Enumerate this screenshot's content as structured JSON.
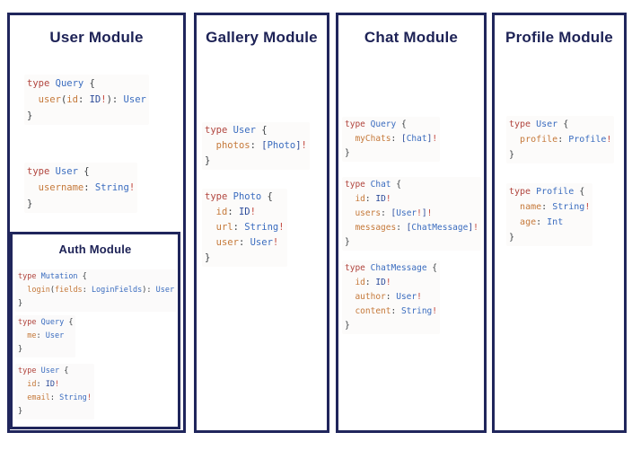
{
  "colors": {
    "navy": "#20265c",
    "title": "#1d2256",
    "kw": "#b1453e",
    "type": "#3a6cbf",
    "field": "#c5793a",
    "punct": "#3c4043",
    "literal": "#2b4a99",
    "bang": "#c2473d"
  },
  "board": {
    "panels": [
      {
        "title": "User Module",
        "blocks": [
          [
            [
              [
                "k",
                "type"
              ],
              [
                "p",
                " "
              ],
              [
                "t",
                "Query"
              ],
              [
                "p",
                " {"
              ]
            ],
            [
              [
                "p",
                "  "
              ],
              [
                "f",
                "user"
              ],
              [
                "p",
                "("
              ],
              [
                "f",
                "id"
              ],
              [
                "p",
                ": "
              ],
              [
                "n",
                "ID"
              ],
              [
                "b",
                "!"
              ],
              [
                "p",
                "): "
              ],
              [
                "t",
                "User"
              ]
            ],
            [
              [
                "p",
                "}"
              ]
            ]
          ],
          [
            [
              [
                "k",
                "type"
              ],
              [
                "p",
                " "
              ],
              [
                "t",
                "User"
              ],
              [
                "p",
                " {"
              ]
            ],
            [
              [
                "p",
                "  "
              ],
              [
                "f",
                "username"
              ],
              [
                "p",
                ": "
              ],
              [
                "t",
                "String"
              ],
              [
                "b",
                "!"
              ]
            ],
            [
              [
                "p",
                "}"
              ]
            ]
          ]
        ],
        "sub": {
          "title": "Auth Module",
          "blocks": [
            [
              [
                [
                  "k",
                  "type"
                ],
                [
                  "p",
                  " "
                ],
                [
                  "t",
                  "Mutation"
                ],
                [
                  "p",
                  " {"
                ]
              ],
              [
                [
                  "p",
                  "  "
                ],
                [
                  "f",
                  "login"
                ],
                [
                  "p",
                  "("
                ],
                [
                  "f",
                  "fields"
                ],
                [
                  "p",
                  ": "
                ],
                [
                  "t",
                  "LoginFields"
                ],
                [
                  "p",
                  "): "
                ],
                [
                  "t",
                  "User"
                ]
              ],
              [
                [
                  "p",
                  "}"
                ]
              ]
            ],
            [
              [
                [
                  "k",
                  "type"
                ],
                [
                  "p",
                  " "
                ],
                [
                  "t",
                  "Query"
                ],
                [
                  "p",
                  " {"
                ]
              ],
              [
                [
                  "p",
                  "  "
                ],
                [
                  "f",
                  "me"
                ],
                [
                  "p",
                  ": "
                ],
                [
                  "t",
                  "User"
                ]
              ],
              [
                [
                  "p",
                  "}"
                ]
              ]
            ],
            [
              [
                [
                  "k",
                  "type"
                ],
                [
                  "p",
                  " "
                ],
                [
                  "t",
                  "User"
                ],
                [
                  "p",
                  " {"
                ]
              ],
              [
                [
                  "p",
                  "  "
                ],
                [
                  "f",
                  "id"
                ],
                [
                  "p",
                  ": "
                ],
                [
                  "n",
                  "ID"
                ],
                [
                  "b",
                  "!"
                ]
              ],
              [
                [
                  "p",
                  "  "
                ],
                [
                  "f",
                  "email"
                ],
                [
                  "p",
                  ": "
                ],
                [
                  "t",
                  "String"
                ],
                [
                  "b",
                  "!"
                ]
              ],
              [
                [
                  "p",
                  "}"
                ]
              ]
            ]
          ]
        }
      },
      {
        "title": "Gallery Module",
        "blocks": [
          [
            [
              [
                "k",
                "type"
              ],
              [
                "p",
                " "
              ],
              [
                "t",
                "User"
              ],
              [
                "p",
                " {"
              ]
            ],
            [
              [
                "p",
                "  "
              ],
              [
                "f",
                "photos"
              ],
              [
                "p",
                ": "
              ],
              [
                "n",
                "["
              ],
              [
                "t",
                "Photo"
              ],
              [
                "n",
                "]"
              ],
              [
                "b",
                "!"
              ]
            ],
            [
              [
                "p",
                "}"
              ]
            ]
          ],
          [
            [
              [
                "k",
                "type"
              ],
              [
                "p",
                " "
              ],
              [
                "t",
                "Photo"
              ],
              [
                "p",
                " {"
              ]
            ],
            [
              [
                "p",
                "  "
              ],
              [
                "f",
                "id"
              ],
              [
                "p",
                ": "
              ],
              [
                "n",
                "ID"
              ],
              [
                "b",
                "!"
              ]
            ],
            [
              [
                "p",
                "  "
              ],
              [
                "f",
                "url"
              ],
              [
                "p",
                ": "
              ],
              [
                "t",
                "String"
              ],
              [
                "b",
                "!"
              ]
            ],
            [
              [
                "p",
                "  "
              ],
              [
                "f",
                "user"
              ],
              [
                "p",
                ": "
              ],
              [
                "t",
                "User"
              ],
              [
                "b",
                "!"
              ]
            ],
            [
              [
                "p",
                "}"
              ]
            ]
          ]
        ]
      },
      {
        "title": "Chat Module",
        "blocks": [
          [
            [
              [
                "k",
                "type"
              ],
              [
                "p",
                " "
              ],
              [
                "t",
                "Query"
              ],
              [
                "p",
                " {"
              ]
            ],
            [
              [
                "p",
                "  "
              ],
              [
                "f",
                "myChats"
              ],
              [
                "p",
                ": "
              ],
              [
                "n",
                "["
              ],
              [
                "t",
                "Chat"
              ],
              [
                "n",
                "]"
              ],
              [
                "b",
                "!"
              ]
            ],
            [
              [
                "p",
                "}"
              ]
            ]
          ],
          [
            [
              [
                "k",
                "type"
              ],
              [
                "p",
                " "
              ],
              [
                "t",
                "Chat"
              ],
              [
                "p",
                " {"
              ]
            ],
            [
              [
                "p",
                "  "
              ],
              [
                "f",
                "id"
              ],
              [
                "p",
                ": "
              ],
              [
                "n",
                "ID"
              ],
              [
                "b",
                "!"
              ]
            ],
            [
              [
                "p",
                "  "
              ],
              [
                "f",
                "users"
              ],
              [
                "p",
                ": "
              ],
              [
                "n",
                "["
              ],
              [
                "t",
                "User"
              ],
              [
                "b",
                "!"
              ],
              [
                "n",
                "]"
              ],
              [
                "b",
                "!"
              ]
            ],
            [
              [
                "p",
                "  "
              ],
              [
                "f",
                "messages"
              ],
              [
                "p",
                ": "
              ],
              [
                "n",
                "["
              ],
              [
                "t",
                "ChatMessage"
              ],
              [
                "n",
                "]"
              ],
              [
                "b",
                "!"
              ]
            ],
            [
              [
                "p",
                "}"
              ]
            ]
          ],
          [
            [
              [
                "k",
                "type"
              ],
              [
                "p",
                " "
              ],
              [
                "t",
                "ChatMessage"
              ],
              [
                "p",
                " {"
              ]
            ],
            [
              [
                "p",
                "  "
              ],
              [
                "f",
                "id"
              ],
              [
                "p",
                ": "
              ],
              [
                "n",
                "ID"
              ],
              [
                "b",
                "!"
              ]
            ],
            [
              [
                "p",
                "  "
              ],
              [
                "f",
                "author"
              ],
              [
                "p",
                ": "
              ],
              [
                "t",
                "User"
              ],
              [
                "b",
                "!"
              ]
            ],
            [
              [
                "p",
                "  "
              ],
              [
                "f",
                "content"
              ],
              [
                "p",
                ": "
              ],
              [
                "t",
                "String"
              ],
              [
                "b",
                "!"
              ]
            ],
            [
              [
                "p",
                "}"
              ]
            ]
          ]
        ]
      },
      {
        "title": "Profile Module",
        "blocks": [
          [
            [
              [
                "k",
                "type"
              ],
              [
                "p",
                " "
              ],
              [
                "t",
                "User"
              ],
              [
                "p",
                " {"
              ]
            ],
            [
              [
                "p",
                "  "
              ],
              [
                "f",
                "profile"
              ],
              [
                "p",
                ": "
              ],
              [
                "t",
                "Profile"
              ],
              [
                "b",
                "!"
              ]
            ],
            [
              [
                "p",
                "}"
              ]
            ]
          ],
          [
            [
              [
                "k",
                "type"
              ],
              [
                "p",
                " "
              ],
              [
                "t",
                "Profile"
              ],
              [
                "p",
                " {"
              ]
            ],
            [
              [
                "p",
                "  "
              ],
              [
                "f",
                "name"
              ],
              [
                "p",
                ": "
              ],
              [
                "t",
                "String"
              ],
              [
                "b",
                "!"
              ]
            ],
            [
              [
                "p",
                "  "
              ],
              [
                "f",
                "age"
              ],
              [
                "p",
                ": "
              ],
              [
                "t",
                "Int"
              ]
            ],
            [
              [
                "p",
                "}"
              ]
            ]
          ]
        ]
      }
    ]
  }
}
